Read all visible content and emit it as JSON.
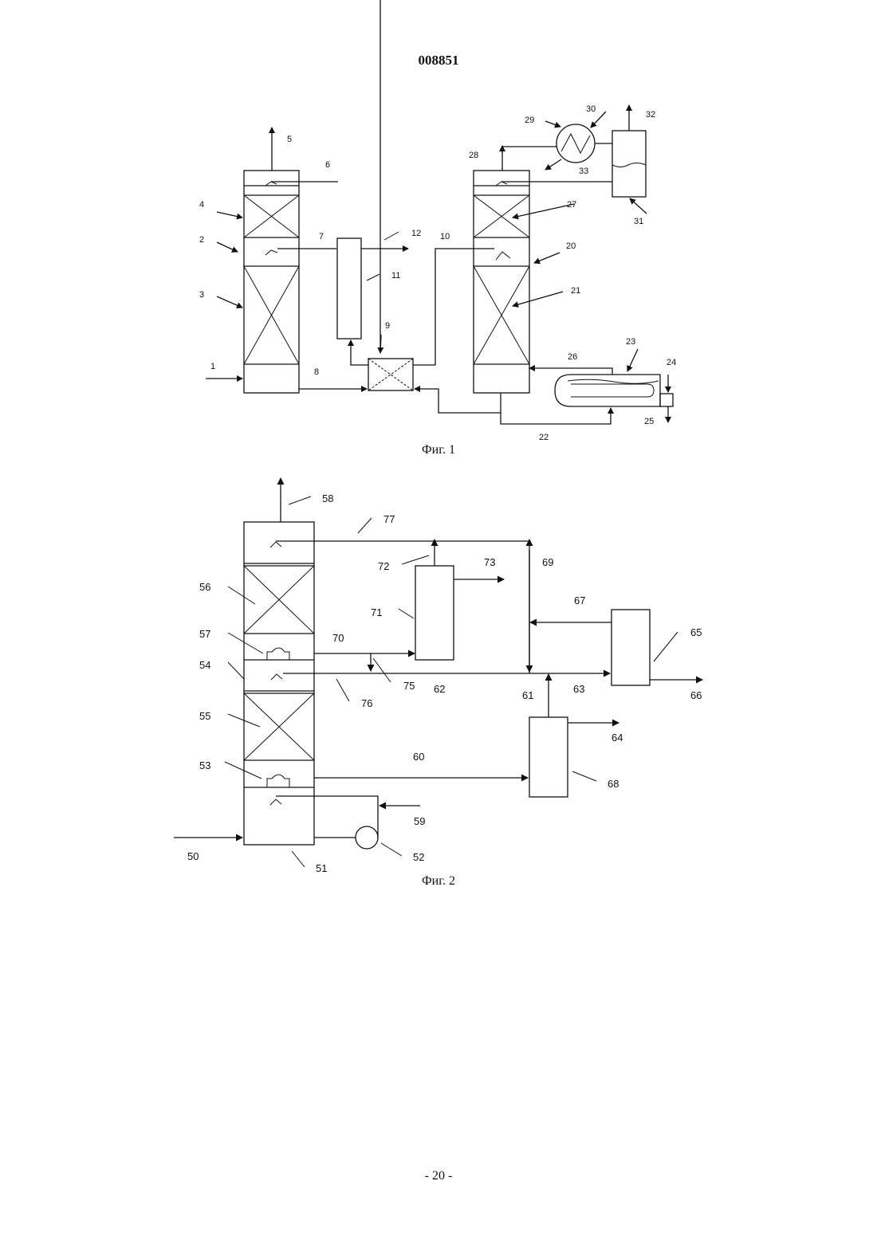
{
  "document": {
    "number": "008851",
    "page_number": "- 20 -"
  },
  "figure1": {
    "caption": "Фиг. 1",
    "labels": [
      "1",
      "2",
      "3",
      "4",
      "5",
      "6",
      "7",
      "8",
      "9",
      "10",
      "11",
      "12",
      "20",
      "21",
      "22",
      "23",
      "24",
      "25",
      "26",
      "27",
      "28",
      "29",
      "30",
      "31",
      "32",
      "33"
    ]
  },
  "figure2": {
    "caption": "Фиг. 2",
    "labels": [
      "50",
      "51",
      "52",
      "53",
      "54",
      "55",
      "56",
      "57",
      "58",
      "59",
      "60",
      "61",
      "62",
      "63",
      "64",
      "65",
      "66",
      "67",
      "68",
      "69",
      "70",
      "71",
      "72",
      "73",
      "75",
      "76",
      "77"
    ]
  }
}
